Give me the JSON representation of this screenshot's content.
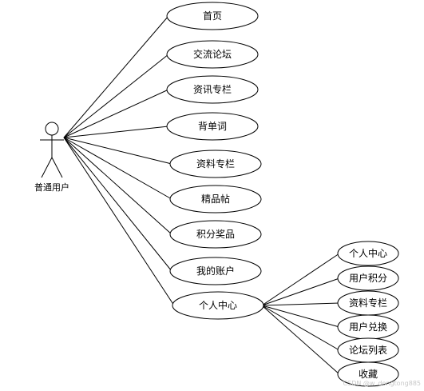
{
  "actor": {
    "label": "普通用户"
  },
  "use_cases": [
    {
      "label": "首页"
    },
    {
      "label": "交流论坛"
    },
    {
      "label": "资讯专栏"
    },
    {
      "label": "背单词"
    },
    {
      "label": "资料专栏"
    },
    {
      "label": "精品帖"
    },
    {
      "label": "积分奖品"
    },
    {
      "label": "我的账户"
    },
    {
      "label": "个人中心"
    }
  ],
  "sub_use_cases": [
    {
      "label": "个人中心"
    },
    {
      "label": "用户积分"
    },
    {
      "label": "资料专栏"
    },
    {
      "label": "用户兑换"
    },
    {
      "label": "论坛列表"
    },
    {
      "label": "收藏"
    }
  ],
  "watermark": "CSDN @w_dongtong885"
}
